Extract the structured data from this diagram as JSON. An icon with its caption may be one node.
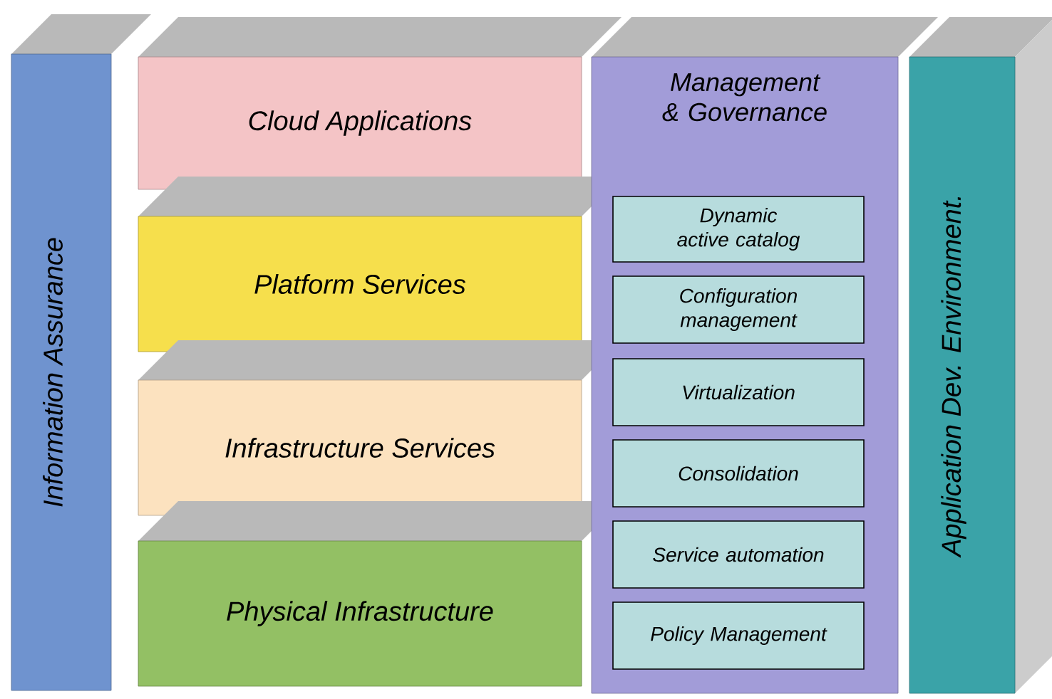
{
  "diagram": {
    "nodes": [
      {
        "text": [
          "Information Assurance"
        ]
      },
      {
        "text": [
          "Cloud Applications"
        ]
      },
      {
        "text": [
          "Platform Services"
        ]
      },
      {
        "text": [
          "Infrastructure Services"
        ]
      },
      {
        "text": [
          "Physical Infrastructure"
        ]
      },
      {
        "text": [
          "Management & Governance"
        ]
      },
      {
        "text": [
          "Dynamic active catalog"
        ],
        "in": 5
      },
      {
        "text": [
          "Configuration management"
        ],
        "in": 5
      },
      {
        "text": [
          "Virtualization"
        ],
        "in": 5
      },
      {
        "text": [
          "Consolidation"
        ],
        "in": 5
      },
      {
        "text": [
          "Service automation"
        ],
        "in": 5
      },
      {
        "text": [
          "Policy Management"
        ],
        "in": 5
      },
      {
        "text": [
          "Application Dev. Environment."
        ]
      }
    ]
  }
}
